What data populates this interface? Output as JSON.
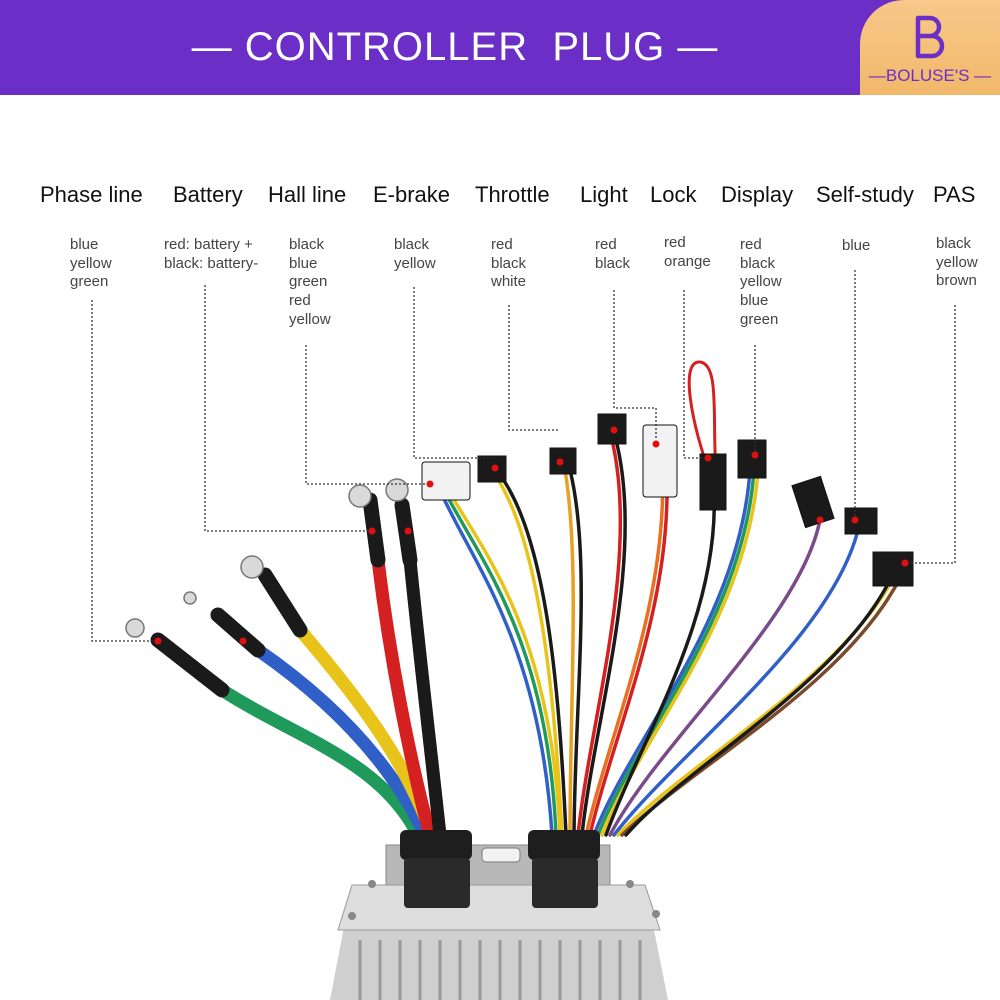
{
  "header": {
    "title": "— CONTROLLER  PLUG —",
    "brand": "—BOLUSE'S —",
    "accent_color": "#6b2fc7",
    "logo_bg_color": "#f4bd72"
  },
  "connectors": [
    {
      "name": "Phase line",
      "colors": [
        "blue",
        "yellow",
        "green"
      ]
    },
    {
      "name": "Battery",
      "colors": [
        "red: battery +",
        "black: battery-"
      ]
    },
    {
      "name": "Hall line",
      "colors": [
        "black",
        "blue",
        "green",
        "red",
        "yellow"
      ]
    },
    {
      "name": "E-brake",
      "colors": [
        "black",
        "yellow"
      ]
    },
    {
      "name": "Throttle",
      "colors": [
        "red",
        "black",
        "white"
      ]
    },
    {
      "name": "Light",
      "colors": [
        "red",
        "black"
      ]
    },
    {
      "name": "Lock",
      "colors": [
        "red",
        "orange"
      ]
    },
    {
      "name": "Display",
      "colors": [
        "red",
        "black",
        "yellow",
        "blue",
        "green"
      ]
    },
    {
      "name": "Self-study",
      "colors": [
        "blue"
      ]
    },
    {
      "name": "PAS",
      "colors": [
        "black",
        "yellow",
        "brown"
      ]
    }
  ]
}
